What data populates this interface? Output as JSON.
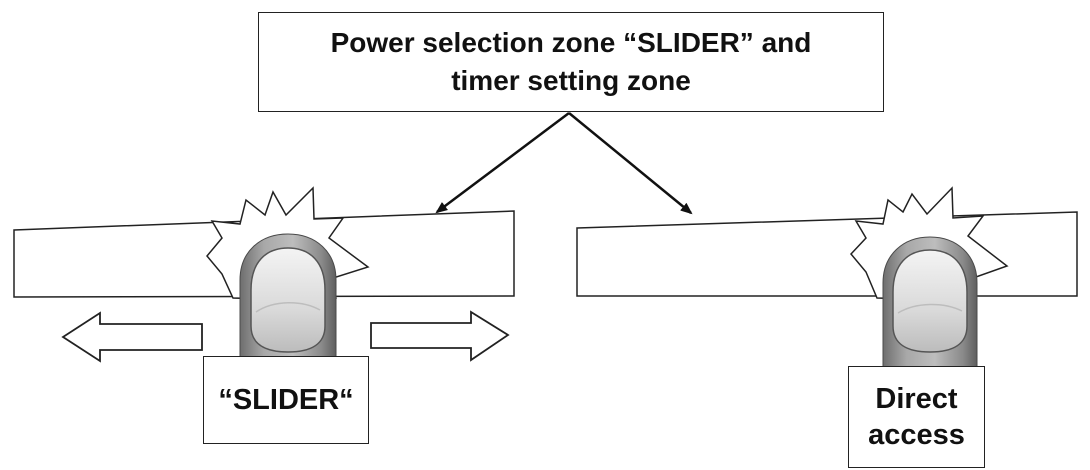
{
  "title": {
    "line1": "Power selection zone “SLIDER” and",
    "line2": "timer setting zone"
  },
  "left_label": "“SLIDER“",
  "right_label": {
    "line1": "Direct",
    "line2": "access"
  },
  "colors": {
    "outline": "#222222",
    "arrow": "#111111",
    "finger": "#9a9a9a",
    "nail": "#e0e0e0"
  },
  "icons": {
    "left_arrow": "hollow-left-arrow",
    "right_arrow": "hollow-right-arrow",
    "burst": "touch-burst",
    "finger": "fingertip"
  }
}
